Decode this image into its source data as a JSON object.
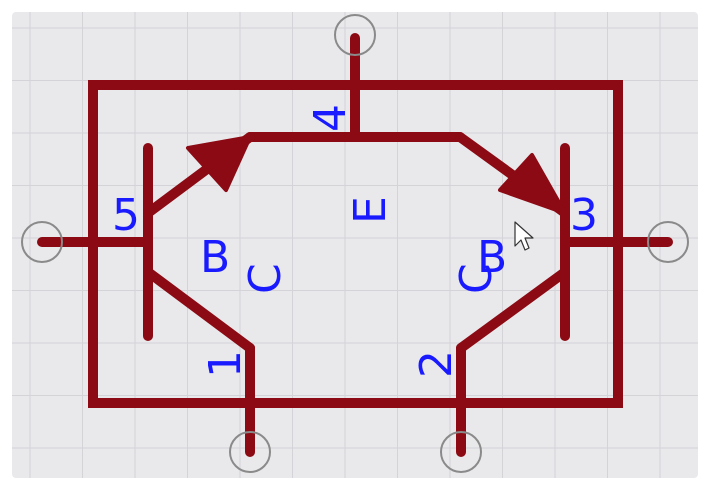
{
  "colors": {
    "background": "#e9e9ec",
    "grid": "#d4d4d8",
    "wire": "#8b0a14",
    "text": "#1a1aff",
    "pin_circle": "#8a8a8a",
    "frame": "#ffffff"
  },
  "symbol": {
    "pin_numbers": {
      "pin1": "1",
      "pin2": "2",
      "pin3": "3",
      "pin4": "4",
      "pin5": "5"
    },
    "terminal_labels": {
      "left_base": "B",
      "left_collector": "C",
      "right_base": "B",
      "right_collector": "C",
      "emitter": "E"
    }
  },
  "cursor": {
    "icon": "mouse-pointer-icon"
  }
}
